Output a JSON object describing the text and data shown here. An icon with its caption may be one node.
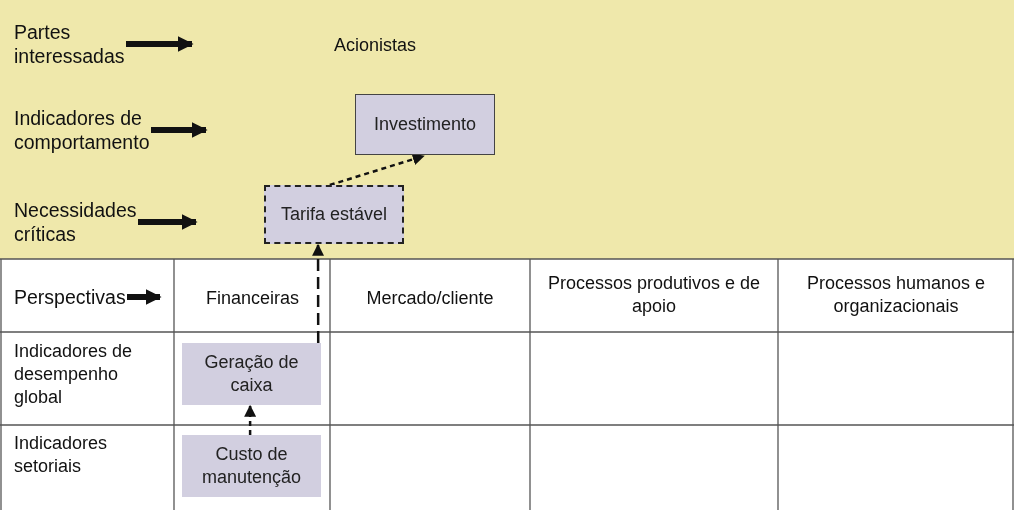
{
  "diagram": {
    "nodes": [
      {
        "text": [
          "Partes interessadas"
        ]
      },
      {
        "text": [
          "Indicadores de comportamento"
        ]
      },
      {
        "text": [
          "Necessidades críticas"
        ]
      },
      {
        "text": [
          "Perspectivas"
        ]
      },
      {
        "text": [
          "Investimento"
        ]
      },
      {
        "text": [
          "Tarifa estável"
        ]
      },
      {
        "text": [
          "Geração de caixa"
        ]
      },
      {
        "text": [
          "Custo de manutenção"
        ]
      }
    ],
    "edges": [
      {
        "from": 0,
        "to": null,
        "arrow": "to"
      },
      {
        "from": 1,
        "to": null,
        "arrow": "to"
      },
      {
        "from": 2,
        "to": null,
        "arrow": "to"
      },
      {
        "from": 3,
        "to": null,
        "arrow": "to"
      },
      {
        "from": 5,
        "to": 4,
        "arrow": "to",
        "style": "dashed"
      },
      {
        "from": 6,
        "to": 5,
        "arrow": "to",
        "style": "dashed"
      },
      {
        "from": 7,
        "to": 6,
        "arrow": "to",
        "style": "dashed"
      }
    ],
    "labels": [
      "Acionistas",
      "Financeiras",
      "Mercado/cliente",
      "Processos produtivos e de apoio",
      "Processos humanos e organizacionais",
      "Indicadores de desempenho global",
      "Indicadores setoriais"
    ]
  }
}
